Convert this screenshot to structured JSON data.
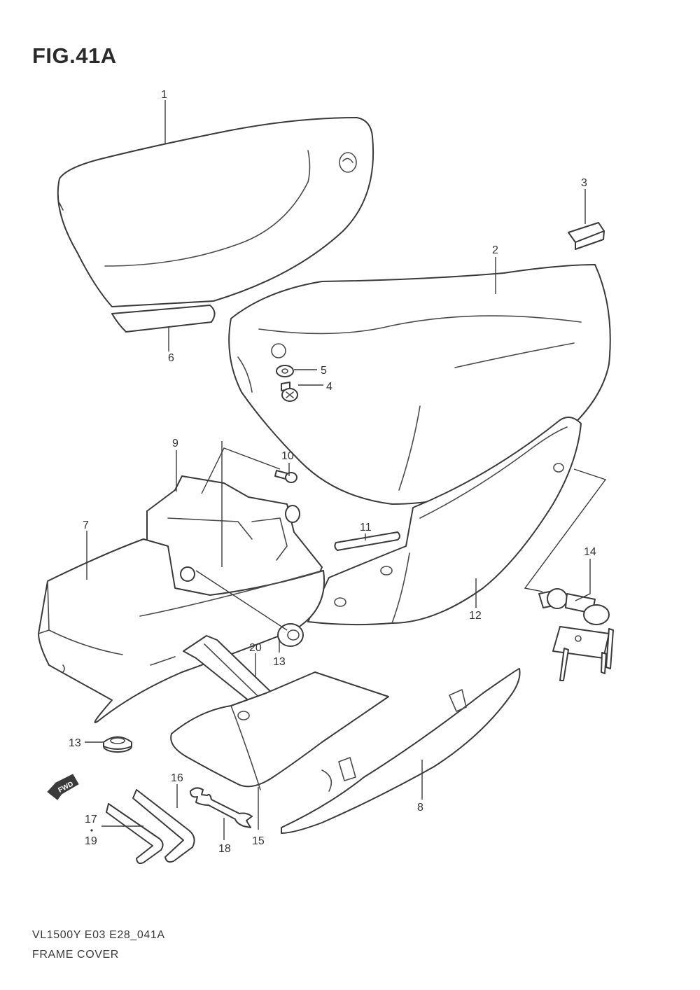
{
  "figure": {
    "title": "FIG.41A",
    "model_code": "VL1500Y E03 E28_041A",
    "name": "FRAME COVER",
    "fwd_label": "FWD"
  },
  "callouts": {
    "c1": "1",
    "c2": "2",
    "c3": "3",
    "c4": "4",
    "c5": "5",
    "c6": "6",
    "c7": "7",
    "c8": "8",
    "c9": "9",
    "c10": "10",
    "c11": "11",
    "c12": "12",
    "c13a": "13",
    "c13b": "13",
    "c14": "14",
    "c15": "15",
    "c16": "16",
    "c17": "17",
    "c18": "18",
    "c19": "19",
    "c20": "20"
  },
  "colors": {
    "line": "#3a3a3a",
    "background": "#ffffff"
  }
}
